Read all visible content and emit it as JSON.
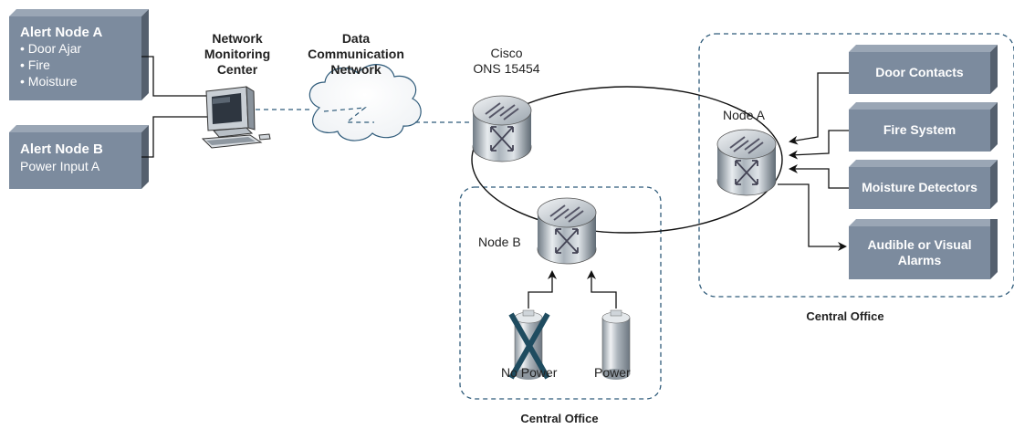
{
  "colors": {
    "box_face": "#7c8b9e",
    "box_shade": "#55606e",
    "dashed": "#2f5b7a",
    "line": "#111111",
    "text_white": "#ffffff"
  },
  "alert_node_a": {
    "title": "Alert Node A",
    "items": [
      "• Door Ajar",
      "• Fire",
      "• Moisture"
    ]
  },
  "alert_node_b": {
    "title": "Alert Node B",
    "subtitle": "Power Input A"
  },
  "nmc": {
    "line1": "Network",
    "line2": "Monitoring",
    "line3": "Center"
  },
  "dcn": {
    "line1": "Data",
    "line2": "Communication",
    "line3": "Network"
  },
  "cisco": {
    "line1": "Cisco",
    "line2": "ONS 15454"
  },
  "node_a_label": "Node A",
  "node_b_label": "Node B",
  "right_boxes": {
    "door_contacts": "Door Contacts",
    "fire_system": "Fire System",
    "moisture_detectors": "Moisture Detectors",
    "alarms_line1": "Audible or Visual",
    "alarms_line2": "Alarms"
  },
  "power_labels": {
    "no_power": "No Power",
    "power": "Power"
  },
  "central_office_right": "Central Office",
  "central_office_bottom": "Central Office",
  "icons": [
    "computer-icon",
    "cloud-icon",
    "router-icon",
    "battery-icon",
    "battery-failed-icon",
    "arrow-icon"
  ]
}
